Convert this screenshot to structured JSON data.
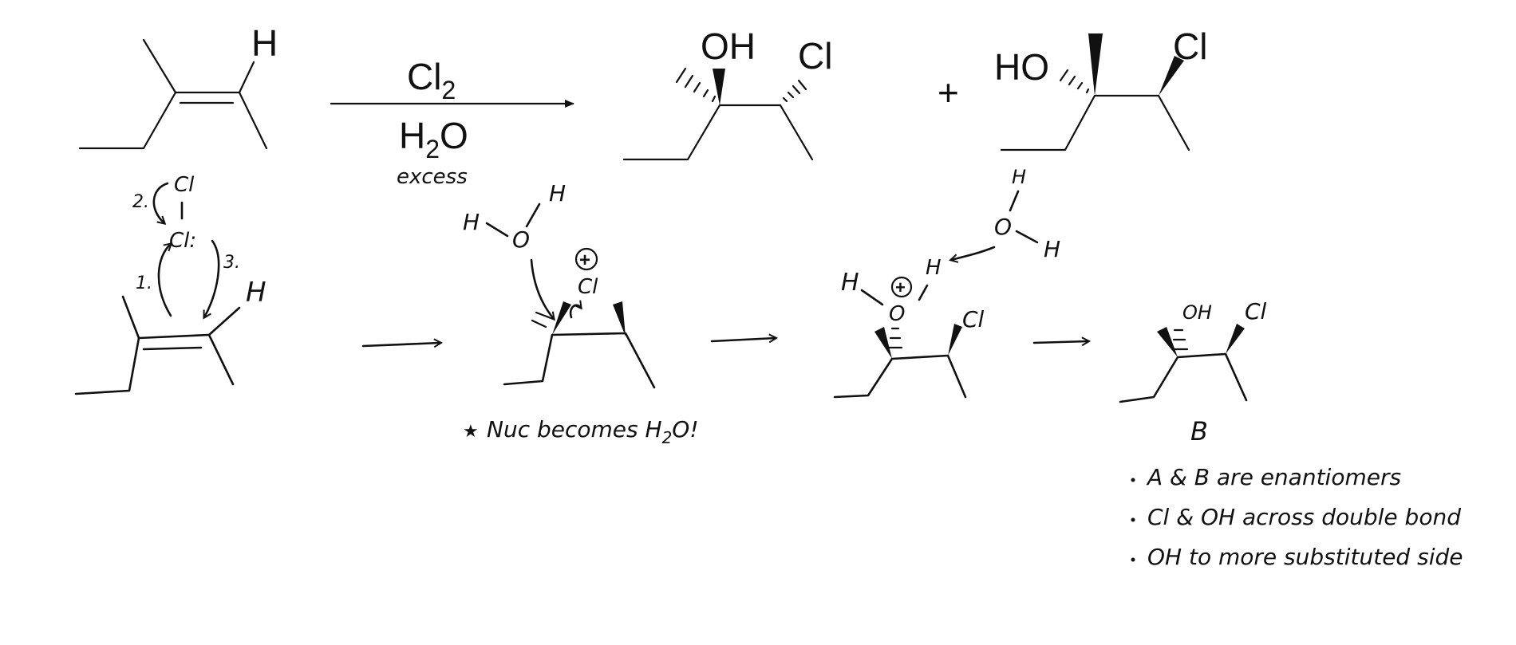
{
  "reaction": {
    "reagent_top_main": "Cl",
    "reagent_top_sub": "2",
    "reagent_bottom_main": "H",
    "reagent_bottom_sub": "2",
    "reagent_bottom_end": "O",
    "reagent_note": "excess",
    "plus": "+"
  },
  "reactant": {
    "h": "H"
  },
  "product_a": {
    "oh": "OH",
    "cl": "Cl"
  },
  "product_b": {
    "ho": "HO",
    "cl": "Cl"
  },
  "mechanism": {
    "step1": {
      "cl_top": "Cl",
      "cl_bottom": "Cl:",
      "arrow1": "1.",
      "arrow2": "2.",
      "arrow3": "3.",
      "h": "H"
    },
    "step2": {
      "water_h_left": "H",
      "water_o": "O",
      "water_h_right": "H",
      "charge": "+",
      "cl": "Cl",
      "note_star": "★",
      "note_text": "Nuc becomes H",
      "note_sub": "2",
      "note_end": "O!"
    },
    "step3": {
      "water_h_top": "H",
      "water_o": "O",
      "water_h_right": "H",
      "h_transfer": "H",
      "h_left": "H",
      "charge": "+",
      "oh": "O",
      "cl": "Cl"
    },
    "step4": {
      "oh": "OH",
      "cl": "Cl",
      "label": "B"
    }
  },
  "notes": [
    "A & B are enantiomers",
    "Cl & OH across double bond",
    "OH to more substituted side"
  ]
}
